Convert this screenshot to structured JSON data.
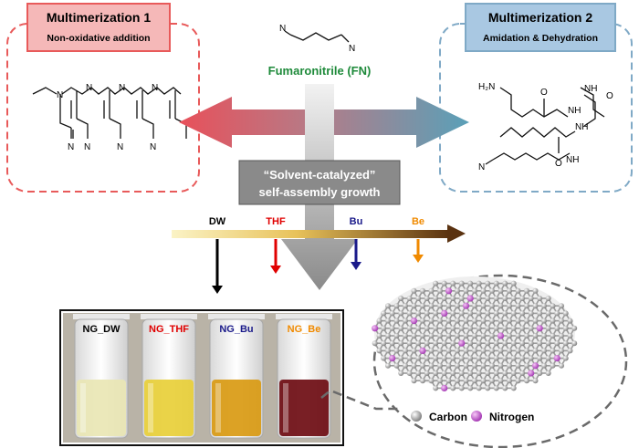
{
  "title_left": "Multimerization 1",
  "subtitle_left": "Non-oxidative addition",
  "title_right": "Multimerization 2",
  "subtitle_right": "Amidation & Dehydration",
  "center_compound": "Fumaronitrile (FN)",
  "center_box_line1": "“Solvent-catalyzed”",
  "center_box_line2": "self-assembly growth",
  "solvents": [
    {
      "label": "DW",
      "color": "#000000"
    },
    {
      "label": "THF",
      "color": "#e00000"
    },
    {
      "label": "Bu",
      "color": "#1a1a8a"
    },
    {
      "label": "Be",
      "color": "#f08a00"
    }
  ],
  "vials": [
    {
      "label": "NG_DW",
      "color": "#000000",
      "liquid": "#e9e6b4"
    },
    {
      "label": "NG_THF",
      "color": "#e00000",
      "liquid": "#e8cf38"
    },
    {
      "label": "NG_Bu",
      "color": "#1a1a8a",
      "liquid": "#d99a12"
    },
    {
      "label": "NG_Be",
      "color": "#f08a00",
      "liquid": "#6e0c12"
    }
  ],
  "chem_labels": {
    "nitrile": "N",
    "amide": "NH",
    "amine": "H₂N",
    "oxygen": "O"
  },
  "legend": {
    "carbon": "Carbon",
    "nitrogen": "Nitrogen"
  },
  "colors": {
    "left_box": "#e85a5a",
    "left_header": "#f5b8b8",
    "right_box": "#7fa9c6",
    "right_header": "#a9c8e2",
    "arrow_left": "#e8505a",
    "arrow_right": "#5aa0b8",
    "fn_text": "#1e8a3a",
    "carbon": "#8a8a8a",
    "nitrogen": "#c050c8"
  }
}
